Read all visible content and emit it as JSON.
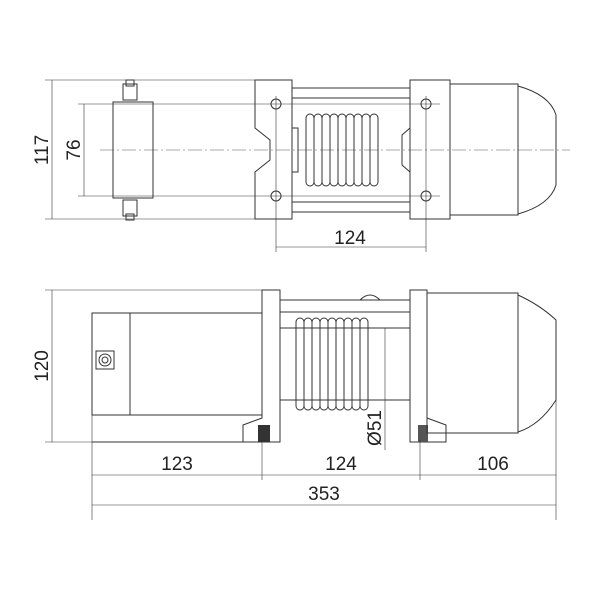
{
  "title": "Winch dimension drawing",
  "top_view": {
    "dimensions": {
      "overall_height": "117",
      "mount_spacing": "76",
      "bolt_spacing": "124"
    }
  },
  "side_view": {
    "dimensions": {
      "overall_height": "120",
      "motor_length": "123",
      "bolt_spacing": "124",
      "gearbox_length": "106",
      "overall_length": "353",
      "drum_diameter": "Ø51"
    }
  }
}
